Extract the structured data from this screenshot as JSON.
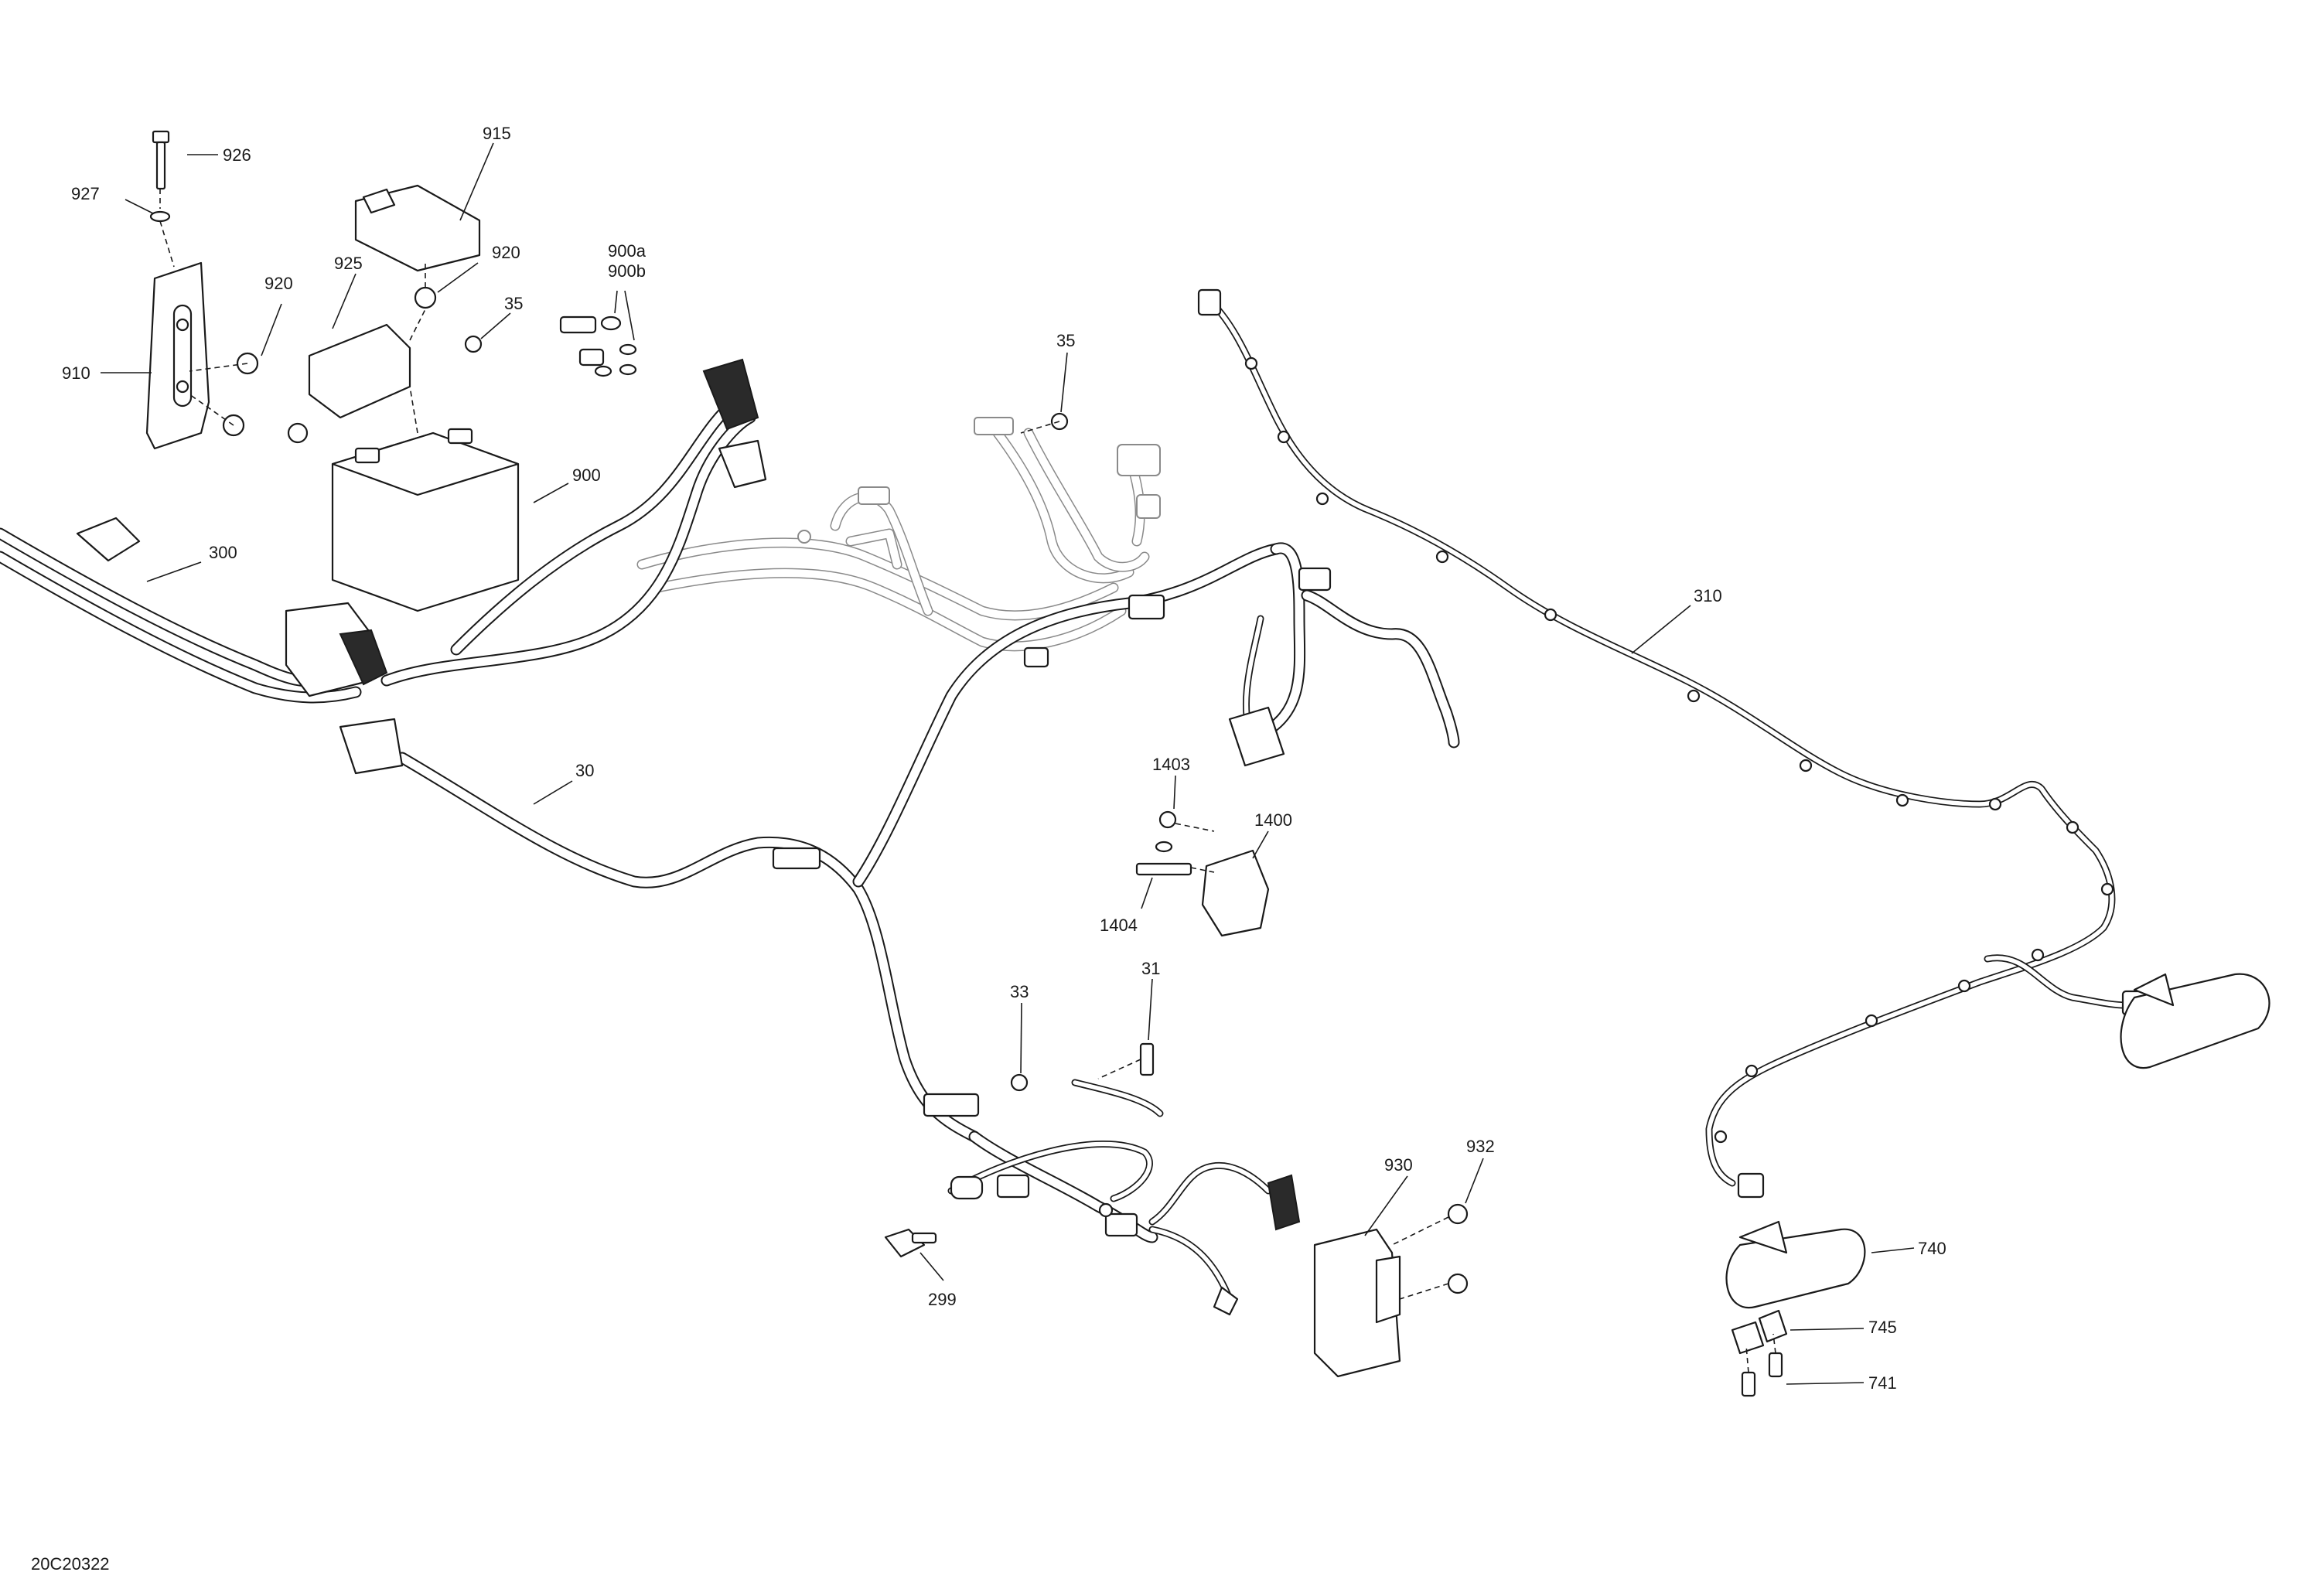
{
  "drawing_reference": "20C20322",
  "callouts": [
    {
      "id": "926",
      "text": "926"
    },
    {
      "id": "927",
      "text": "927"
    },
    {
      "id": "915",
      "text": "915"
    },
    {
      "id": "920a",
      "text": "920"
    },
    {
      "id": "920b",
      "text": "920"
    },
    {
      "id": "925",
      "text": "925"
    },
    {
      "id": "35a",
      "text": "35"
    },
    {
      "id": "900ab",
      "text": "900a"
    },
    {
      "id": "900bb",
      "text": "900b"
    },
    {
      "id": "910",
      "text": "910"
    },
    {
      "id": "900",
      "text": "900"
    },
    {
      "id": "300",
      "text": "300"
    },
    {
      "id": "35b",
      "text": "35"
    },
    {
      "id": "310",
      "text": "310"
    },
    {
      "id": "30",
      "text": "30"
    },
    {
      "id": "1403",
      "text": "1403"
    },
    {
      "id": "1400",
      "text": "1400"
    },
    {
      "id": "1404",
      "text": "1404"
    },
    {
      "id": "33",
      "text": "33"
    },
    {
      "id": "31",
      "text": "31"
    },
    {
      "id": "930",
      "text": "930"
    },
    {
      "id": "932",
      "text": "932"
    },
    {
      "id": "740",
      "text": "740"
    },
    {
      "id": "745",
      "text": "745"
    },
    {
      "id": "741",
      "text": "741"
    },
    {
      "id": "299",
      "text": "299"
    }
  ]
}
